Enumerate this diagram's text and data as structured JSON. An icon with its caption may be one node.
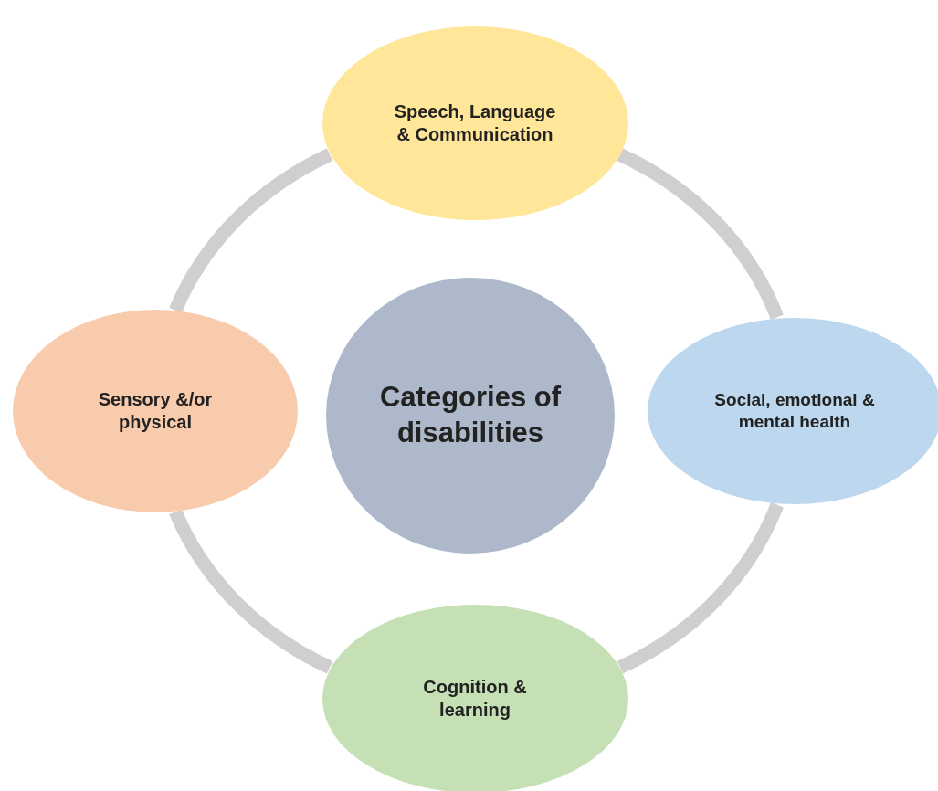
{
  "diagram": {
    "nodes": [
      {
        "text": [
          "Speech, Language & Communication"
        ]
      },
      {
        "text": [
          "Sensory &/or physical"
        ]
      },
      {
        "text": [
          "Categories of disabilities"
        ]
      },
      {
        "text": [
          "Social, emotional & mental health"
        ]
      },
      {
        "text": [
          "Cognition & learning"
        ]
      }
    ],
    "edges": [
      {
        "from": 0,
        "to": 3,
        "arrow": "none"
      },
      {
        "from": 3,
        "to": 4,
        "arrow": "none"
      },
      {
        "from": 4,
        "to": 1,
        "arrow": "none"
      },
      {
        "from": 1,
        "to": 0,
        "arrow": "none"
      }
    ]
  }
}
